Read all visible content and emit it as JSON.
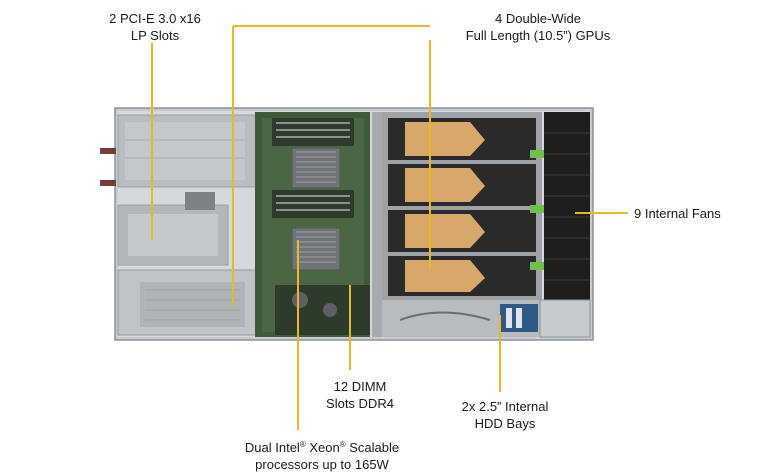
{
  "callouts": {
    "pcie": {
      "line1": "2 PCI-E 3.0 x16",
      "line2": "LP Slots"
    },
    "gpu": {
      "line1": "4 Double-Wide",
      "line2": "Full Length (10.5”) GPUs"
    },
    "fans": {
      "line1": "9 Internal Fans"
    },
    "dimm": {
      "line1": "12 DIMM",
      "line2": "Slots DDR4"
    },
    "hdd": {
      "line1": "2x 2.5” Internal",
      "line2": "HDD Bays"
    },
    "cpu": {
      "line1_a": "Dual Intel",
      "reg": "®",
      "line1_b": " Xeon",
      "reg2": "®",
      "line1_c": " Scalable",
      "line2": "processors up to 165W"
    }
  },
  "colors": {
    "leader_line": "#e8b923",
    "chassis": "#cfd2d4",
    "board": "#3f5a3a",
    "heatsink": "#8a8f92",
    "gpu_body": "#2a2a2a",
    "gpu_shroud": "#d7a86a",
    "fan": "#1e1e1e"
  }
}
